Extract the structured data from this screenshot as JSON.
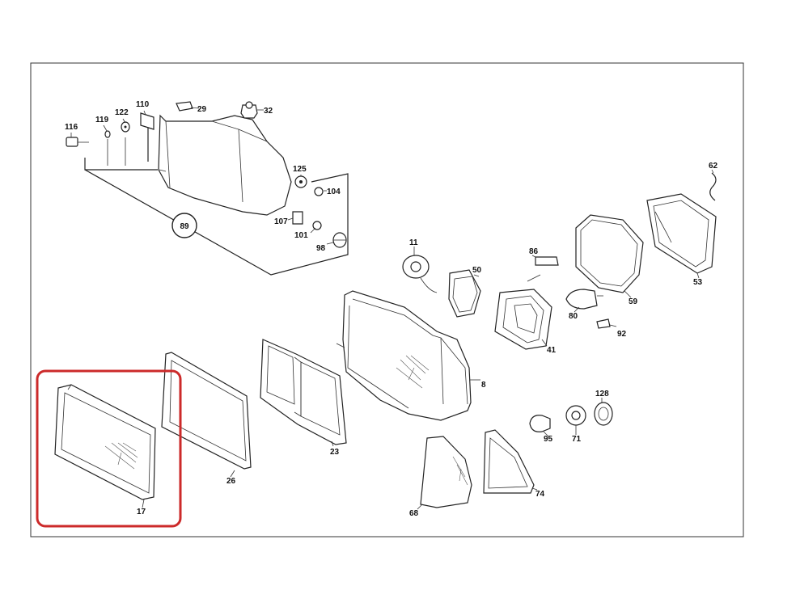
{
  "diagram": {
    "labels": {
      "p116": "116",
      "p119": "119",
      "p122": "122",
      "p110": "110",
      "p29": "29",
      "p32": "32",
      "p89": "89",
      "p125": "125",
      "p104": "104",
      "p107": "107",
      "p101": "101",
      "p98": "98",
      "p11": "11",
      "p50": "50",
      "p86": "86",
      "p62": "62",
      "p53": "53",
      "p59": "59",
      "p80": "80",
      "p92": "92",
      "p41": "41",
      "p8": "8",
      "p23": "23",
      "p26": "26",
      "p17": "17",
      "p128": "128",
      "p95": "95",
      "p71": "71",
      "p74": "74",
      "p68": "68"
    },
    "highlight_color": "#cc2a2a",
    "line_color": "#222222"
  }
}
